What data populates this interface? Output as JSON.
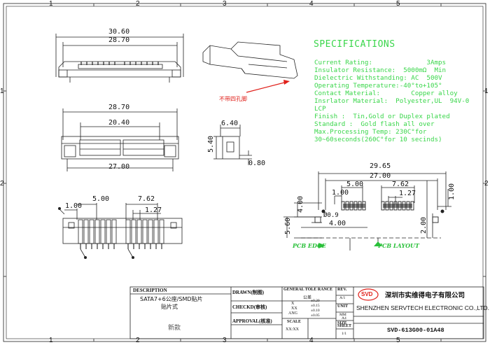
{
  "border": {
    "top_numbers": [
      "1",
      "2",
      "3",
      "4",
      "5"
    ],
    "bottom_numbers": [
      "1",
      "2",
      "3",
      "4",
      "5"
    ],
    "side_numbers": [
      "1",
      "2"
    ]
  },
  "front_view": {
    "dim_overall": "30.60",
    "dim_inner": "28.70"
  },
  "bottom_view": {
    "dim_width": "28.70",
    "dim_cavity": "20.40",
    "dim_pitch_span": "27.00"
  },
  "side_view": {
    "dim_depth": "6.40",
    "dim_height": "5.40",
    "dim_thickness": "0.80"
  },
  "pin_view": {
    "dim_left_pitch": "5.00",
    "dim_left_pin": "1.00",
    "dim_right_pitch": "7.62",
    "dim_right_pin": "1.27"
  },
  "iso_note": "不带四孔脚",
  "specifications": {
    "title": "SPECIFICATIONS",
    "lines": [
      "Current Rating:              3Amps",
      "Insulator Resistance:  5000mΩ  Min",
      "Dielectric Withstanding: AC  500V",
      "Operating Temperature:-40°to+105°",
      "Contact Material:        Copper alloy",
      "Insrlator Material:  Polyester,UL  94V-0",
      "LCP",
      "Finish :  Tin,Gold or Duplex plated",
      "Standard :  Gold flash all over",
      "Max.Processing Temp: 230C°for",
      "30~60seconds(260C°for 10 secinds)"
    ]
  },
  "pcb_layout": {
    "dim_total": "29.65",
    "dim_span": "27.00",
    "dim_left_pitch": "5.00",
    "dim_left_pin": "1.00",
    "dim_right_pitch": "7.62",
    "dim_right_pin": "1.27",
    "dim_side_pad": "1.00",
    "dim_row": "4.00",
    "dim_height": "5.60",
    "dim_offset": "4.00",
    "dim_pad_depth": "2.00",
    "dim_hole": "Ø0.9",
    "label_edge": "PCB EDGE",
    "label_layout": "PCB LAYOUT"
  },
  "title_block": {
    "description_label": "DESCRIPTION",
    "description_line": "SATA7+6公座/SMD贴片",
    "description_line2": "贴片式",
    "status": "新款",
    "drawn_label": "DRAWN(制图)",
    "checked_label": "CHECKD(审核)",
    "approval_label": "APPROVAL(核准)",
    "tolerance_label": "GENERAL TOLE RANCE",
    "tolerance_sub": "公差",
    "tol_x": "X",
    "tol_xx": "XX",
    "tol_ang": "ANG",
    "tol_x_val": "±0.20",
    "tol_xx_val": "±0.15",
    "tol_xxx_val": "±0.10",
    "tol_ang_val": "±0.05",
    "scale_label": "SCALE",
    "scale_value": "XX:XX",
    "rev_label": "REV.",
    "rev_value": "A/1",
    "unit_label": "UNIT",
    "unit_value": "MM",
    "size_label": "SIZE",
    "size_value": "A4",
    "sheet_label": "SHEET",
    "sheet_value": "1/1",
    "logo_text": "SVD",
    "company_cn": "深圳市实维得电子有限公司",
    "company_en": "SHENZHEN SERVTECH ELECTRONIC CO.,LTD.",
    "part_number": "SVD-613G00-01A48"
  },
  "colors": {
    "spec_green": "#39d64a",
    "pcb_green": "#2ac03a",
    "logo_red": "#e0201a",
    "note_red": "#e0201a"
  }
}
